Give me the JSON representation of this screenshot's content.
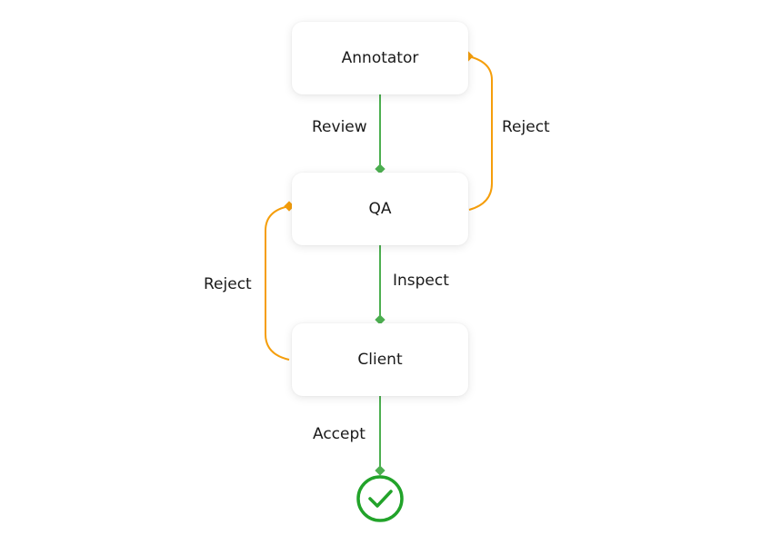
{
  "diagram": {
    "nodes": [
      {
        "id": "annotator",
        "label": "Annotator"
      },
      {
        "id": "qa",
        "label": "QA"
      },
      {
        "id": "client",
        "label": "Client"
      }
    ],
    "edges": [
      {
        "from": "annotator",
        "to": "qa",
        "label": "Review",
        "color": "#4caf50"
      },
      {
        "from": "qa",
        "to": "annotator",
        "label": "Reject",
        "color": "#f59e0b"
      },
      {
        "from": "qa",
        "to": "client",
        "label": "Inspect",
        "color": "#4caf50"
      },
      {
        "from": "client",
        "to": "qa",
        "label": "Reject",
        "color": "#f59e0b"
      },
      {
        "from": "client",
        "to": "done",
        "label": "Accept",
        "color": "#4caf50"
      }
    ],
    "terminal": {
      "icon": "check-circle-icon",
      "color": "#22a32a"
    }
  }
}
